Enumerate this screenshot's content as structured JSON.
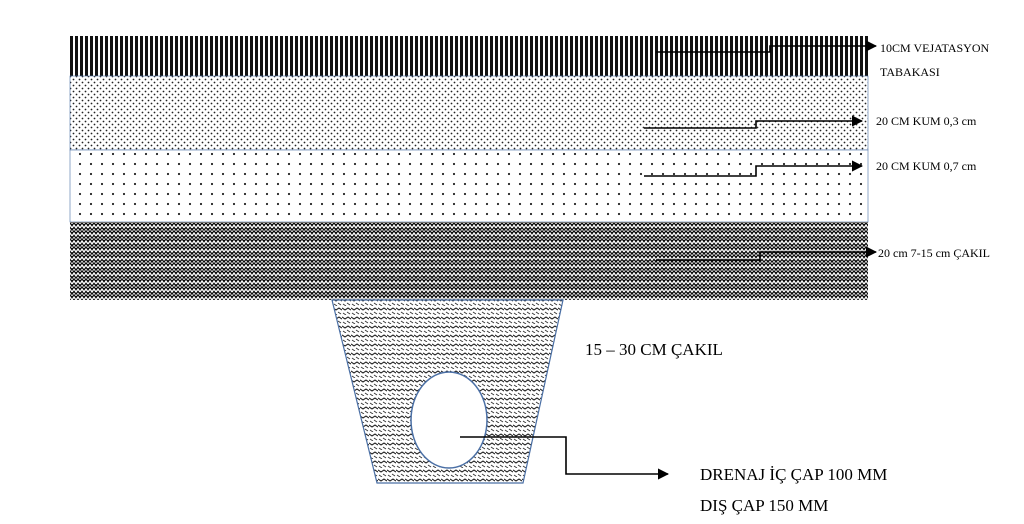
{
  "layers": [
    {
      "id": "vegetation",
      "label_lines": [
        "10CM VEJATASYON",
        "TABAKASI"
      ]
    },
    {
      "id": "sand-fine",
      "label_lines": [
        "20 CM KUM 0,3 cm"
      ]
    },
    {
      "id": "sand-coarse",
      "label_lines": [
        "20 CM KUM 0,7 cm"
      ]
    },
    {
      "id": "gravel",
      "label_lines": [
        "20 cm 7-15 cm ÇAKIL"
      ]
    }
  ],
  "trench": {
    "label": "15 – 30 CM ÇAKIL"
  },
  "pipe": {
    "label_lines": [
      "DRENAJ İÇ ÇAP 100 MM",
      "DIŞ ÇAP 150 MM"
    ]
  },
  "colors": {
    "ink": "#000000",
    "border": "#4a6fa5",
    "background": "#ffffff"
  }
}
